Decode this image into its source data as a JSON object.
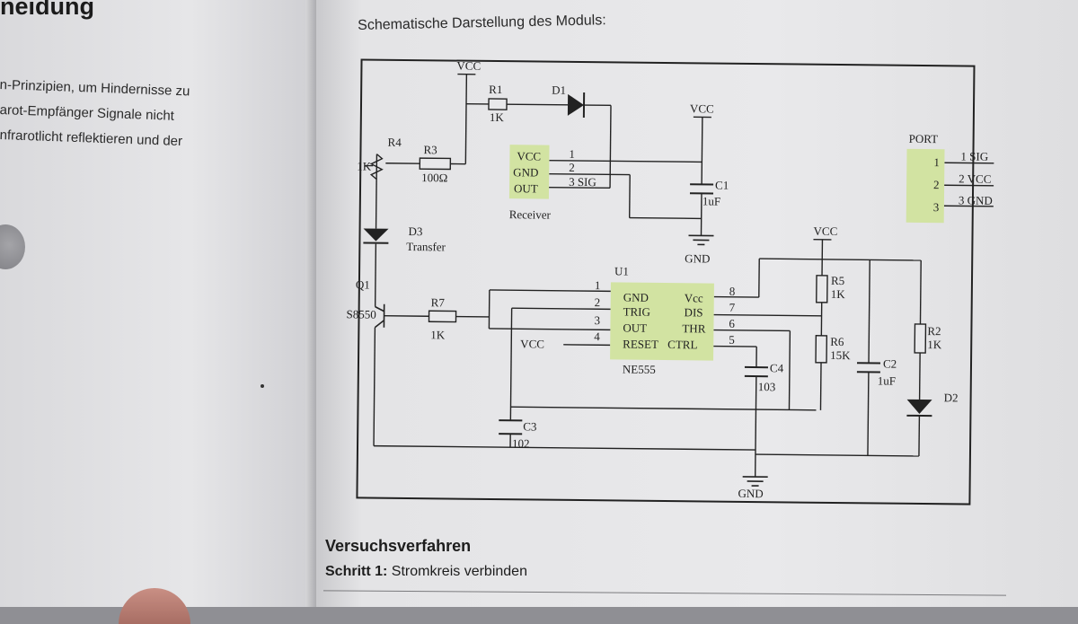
{
  "left_page": {
    "heading_fragment": "neidung",
    "lines": [
      "n-Prinzipien, um Hindernisse zu",
      "arot-Empfänger Signale nicht",
      "nfrarotlicht reflektieren und der"
    ]
  },
  "schematic": {
    "title": "Schematische Darstellung des Moduls:",
    "labels": {
      "vcc_top": "VCC",
      "r1": "R1",
      "r1_val": "1K",
      "d1": "D1",
      "vcc_c1": "VCC",
      "r4": "R4",
      "r4_val": "1K",
      "r3": "R3",
      "r3_val": "100Ω",
      "d3": "D3",
      "d3_name": "Transfer",
      "q1": "Q1",
      "q1_part": "S8550",
      "r7": "R7",
      "r7_val": "1K",
      "c3": "C3",
      "c3_val": "102",
      "c1": "C1",
      "c1_val": "1uF",
      "gnd_c1": "GND",
      "u1": "U1",
      "u1_part": "NE555",
      "vcc_reset": "VCC",
      "c4": "C4",
      "c4_val": "103",
      "gnd_bottom": "GND",
      "vcc_r5": "VCC",
      "r5": "R5",
      "r5_val": "1K",
      "r6": "R6",
      "r6_val": "15K",
      "c2": "C2",
      "c2_val": "1uF",
      "r2": "R2",
      "r2_val": "1K",
      "d2": "D2",
      "port": "PORT"
    },
    "receiver": {
      "name": "Receiver",
      "pins": [
        "VCC",
        "GND",
        "OUT"
      ],
      "pin_numbers": [
        "1",
        "2",
        "3 SIG"
      ]
    },
    "ic": {
      "left_pins": [
        "GND",
        "TRIG",
        "OUT",
        "RESET"
      ],
      "right_pins": [
        "Vcc",
        "DIS",
        "THR",
        "CTRL"
      ],
      "left_numbers": [
        "1",
        "2",
        "3",
        "4"
      ],
      "right_numbers": [
        "8",
        "7",
        "6",
        "5"
      ]
    },
    "port_pins": {
      "numbers": [
        "1",
        "2",
        "3"
      ],
      "signals": [
        "1 SIG",
        "2 VCC",
        "3 GND"
      ]
    },
    "colors": {
      "module_fill": "#d2e3a2",
      "line": "#222222",
      "paper": "#e8e8ea"
    }
  },
  "procedure": {
    "title": "Versuchsverfahren",
    "step_label": "Schritt 1:",
    "step_text": " Stromkreis verbinden"
  }
}
